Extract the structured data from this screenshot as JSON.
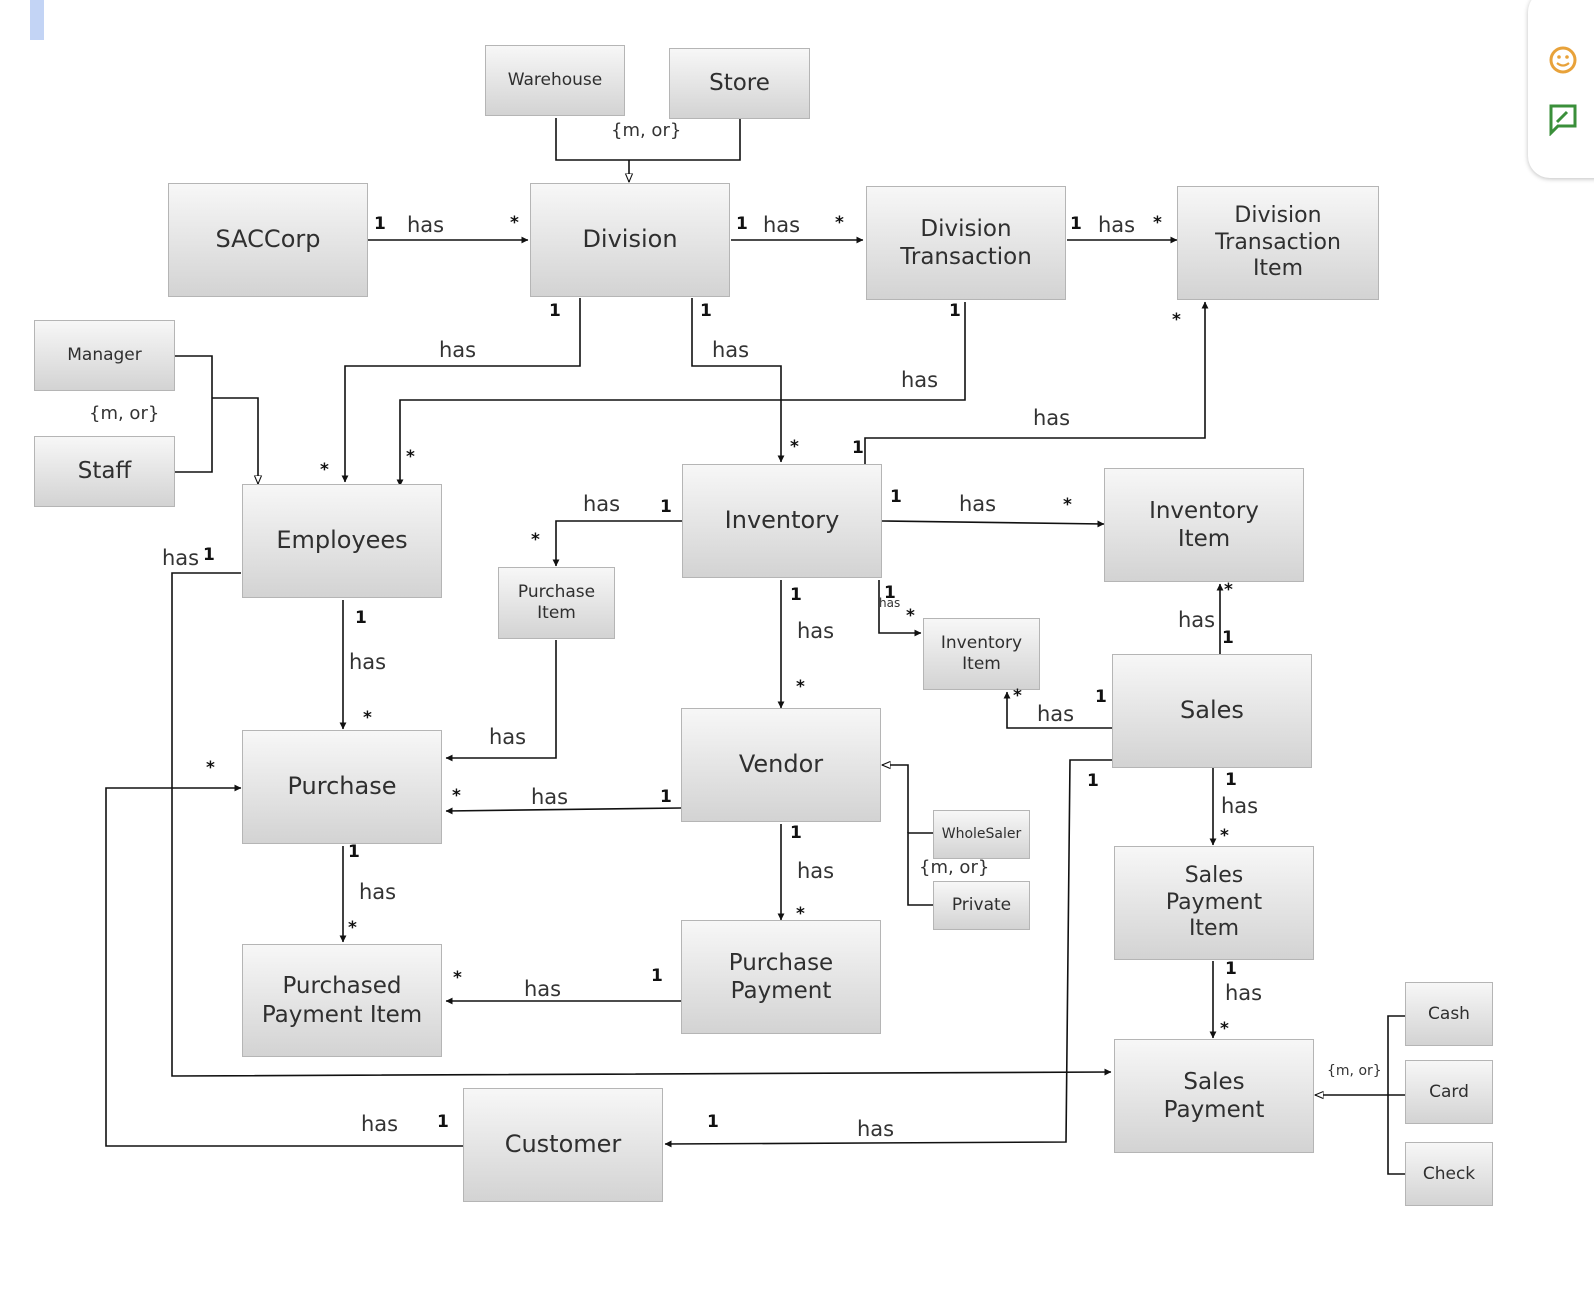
{
  "entities": {
    "warehouse": "Warehouse",
    "store": "Store",
    "saccorp": "SACCorp",
    "division": "Division",
    "division_transaction": "Division\nTransaction",
    "division_transaction_item": "Division\nTransaction\nItem",
    "manager": "Manager",
    "staff": "Staff",
    "employees": "Employees",
    "inventory": "Inventory",
    "inventory_item_right": "Inventory\nItem",
    "purchase_item": "Purchase\nItem",
    "inventory_item_small": "Inventory\nItem",
    "sales": "Sales",
    "purchase": "Purchase",
    "vendor": "Vendor",
    "wholesaler": "WholeSaler",
    "private": "Private",
    "sales_payment_item": "Sales\nPayment\nItem",
    "purchased_payment_item": "Purchased\nPayment Item",
    "purchase_payment": "Purchase\nPayment",
    "sales_payment": "Sales\nPayment",
    "cash": "Cash",
    "card": "Card",
    "check": "Check",
    "customer": "Customer"
  },
  "relationship_label": "has",
  "relationship_label_small": "has",
  "multiplicity": {
    "one": "1",
    "many": "*"
  },
  "constraint_label": "{m, or}",
  "side_icons": [
    "smiley-icon",
    "edit-comment-icon"
  ],
  "colors": {
    "box_border": "#b5b5b5",
    "box_top": "#f7f7f7",
    "box_bottom": "#d3d3d3",
    "line": "#111111",
    "selection": "#c3d4f5",
    "smiley": "#e8a23a",
    "edit": "#3a8f3a"
  }
}
